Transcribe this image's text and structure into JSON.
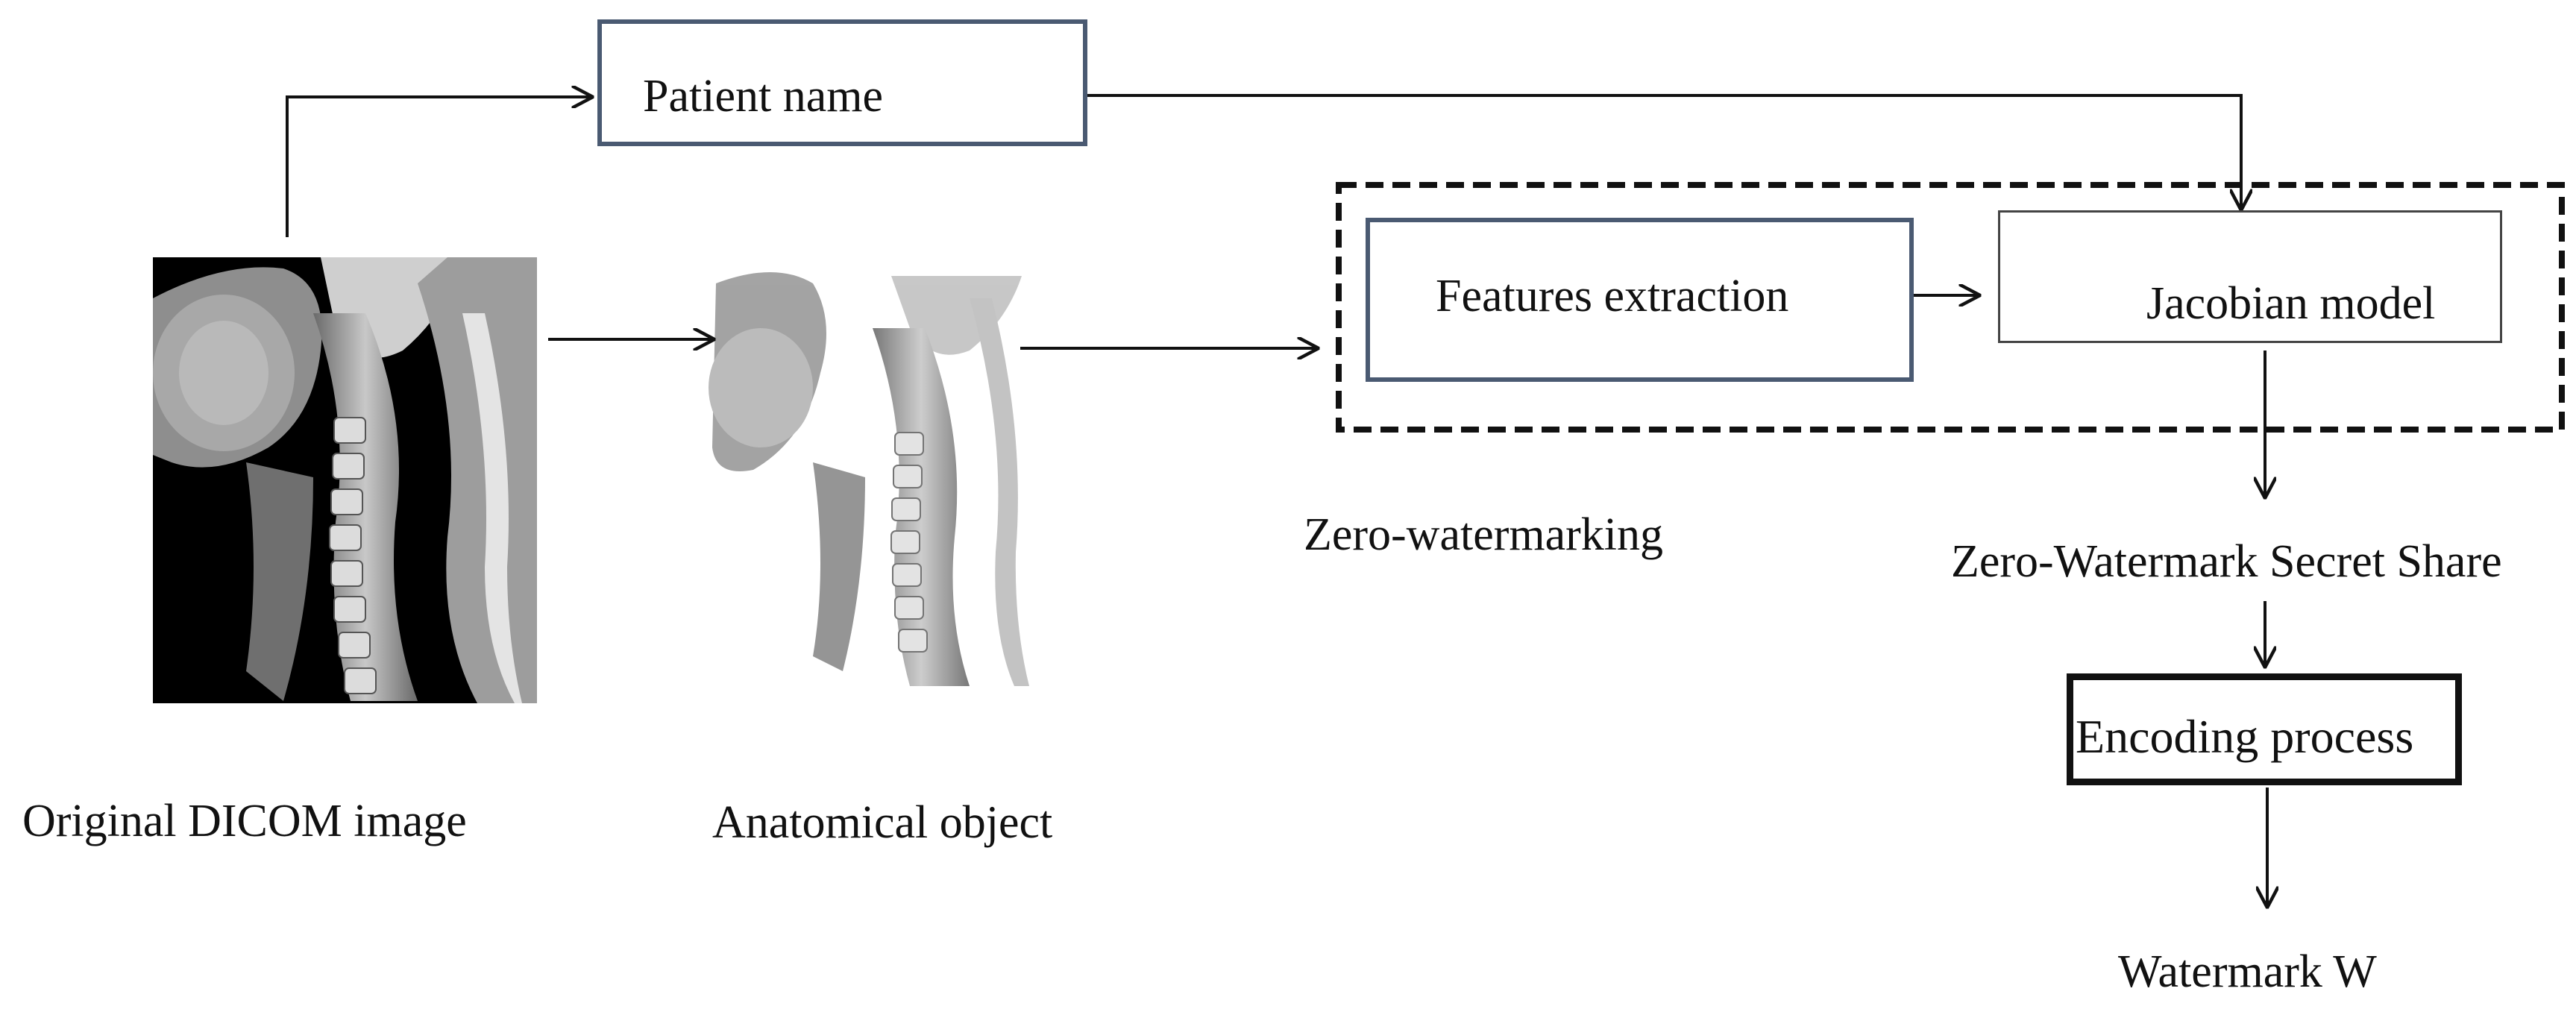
{
  "diagram": {
    "nodes": {
      "patient_name": "Patient name",
      "features_extraction": "Features extraction",
      "jacobian_model": "Jacobian model",
      "encoding_process": "Encoding process"
    },
    "labels": {
      "original_image": "Original DICOM image",
      "anatomical_object": "Anatomical object",
      "zero_watermarking": "Zero-watermarking",
      "secret_share": "Zero-Watermark Secret Share",
      "watermark": "Watermark W"
    }
  },
  "colors": {
    "box_border_blue": "#4a5a72",
    "line": "#111111",
    "mri_background": "#000000"
  }
}
